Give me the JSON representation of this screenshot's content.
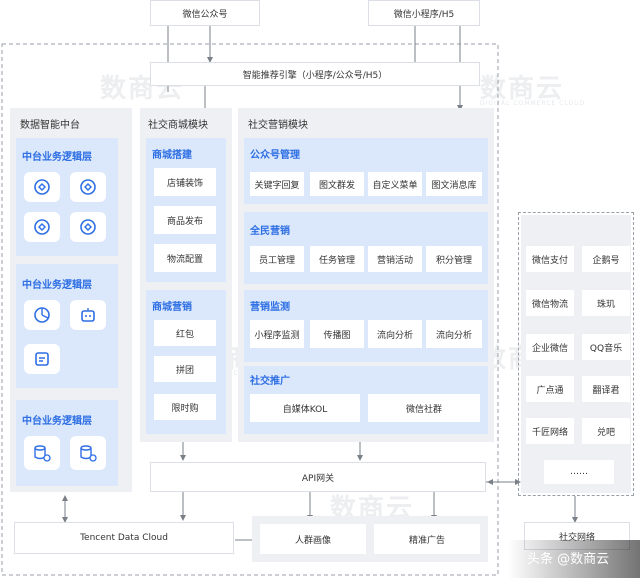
{
  "top": {
    "wechat_official": "微信公众号",
    "mini_program": "微信小程序/H5",
    "engine": "智能推荐引擎（小程序/公众号/H5）"
  },
  "data_center": {
    "title": "数据智能中台",
    "layers": [
      "中台业务逻辑层",
      "中台业务逻辑层",
      "中台业务逻辑层"
    ]
  },
  "mall": {
    "title": "社交商城模块",
    "build": {
      "title": "商城搭建",
      "items": [
        "店铺装饰",
        "商品发布",
        "物流配置"
      ]
    },
    "marketing": {
      "title": "商城营销",
      "items": [
        "红包",
        "拼团",
        "限时购"
      ]
    }
  },
  "marketing_module": {
    "title": "社交营销模块",
    "official": {
      "title": "公众号管理",
      "items": [
        "关键字回复",
        "图文群发",
        "自定义菜单",
        "图文消息库"
      ]
    },
    "all_people": {
      "title": "全民营销",
      "items": [
        "员工管理",
        "任务管理",
        "营销活动",
        "积分管理"
      ]
    },
    "monitor": {
      "title": "营销监测",
      "items": [
        "小程序监测",
        "传播图",
        "流向分析",
        "流向分析"
      ]
    },
    "promotion": {
      "title": "社交推广",
      "items": [
        "自媒体KOL",
        "微信社群"
      ]
    }
  },
  "right_services": [
    "微信支付",
    "企鹅号",
    "微信物流",
    "珠玑",
    "企业微信",
    "QQ音乐",
    "广点通",
    "翻译君",
    "千匠网络",
    "兑吧",
    "……"
  ],
  "api_gateway": "API网关",
  "tencent_cloud": "Tencent Data Cloud",
  "bottom": {
    "crowd": "人群画像",
    "ads": "精准广告",
    "social_network": "社交网络"
  },
  "watermark": {
    "text": "数商云",
    "sub": "DIGITAL COMMERCE CLOUD"
  },
  "brand": "头条 @数商云",
  "colors": {
    "accent": "#2f6fe4",
    "panel_gray": "#eef0f3",
    "panel_blue": "#dbe8fb"
  },
  "icons": [
    "refresh-c-icon",
    "refresh-c-icon",
    "refresh-c-icon",
    "refresh-c-icon",
    "pie-chart-icon",
    "robot-icon",
    "chat-window-icon",
    "database-cloud-icon",
    "database-cloud-icon"
  ]
}
